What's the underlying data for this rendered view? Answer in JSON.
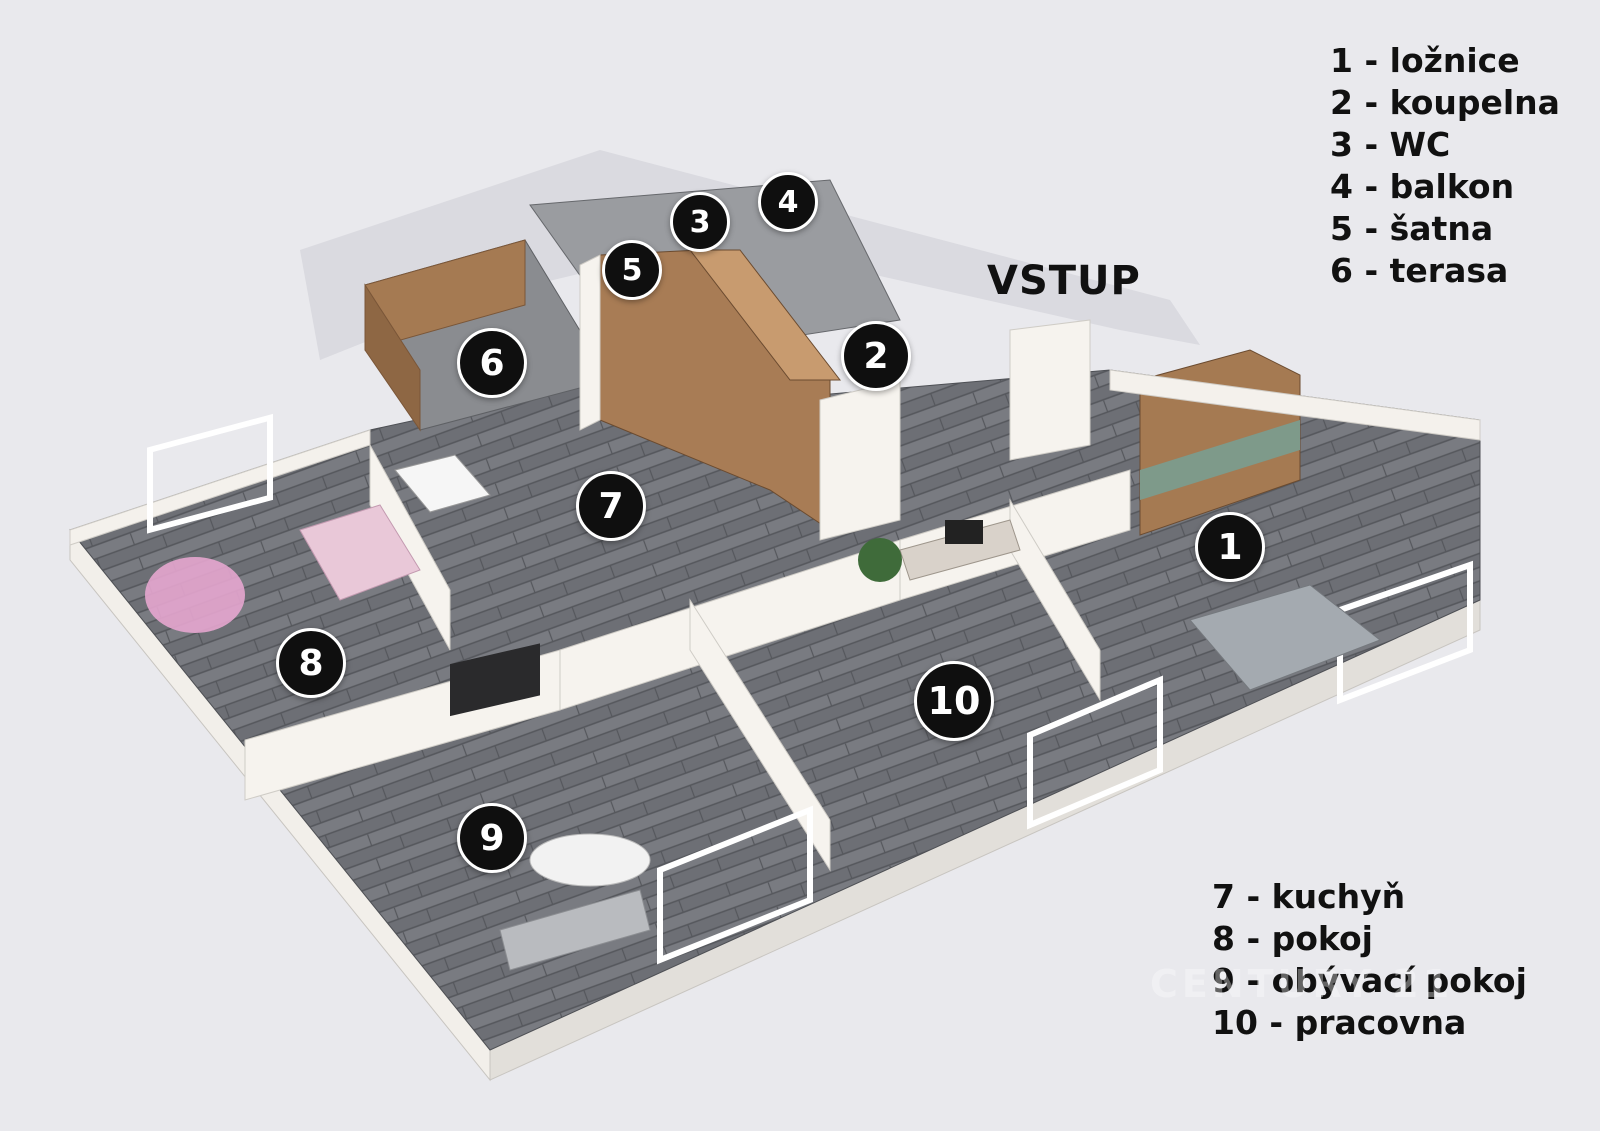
{
  "entrance_label": "VSTUP",
  "watermark": "CENTURY 21",
  "legend_top": [
    "1 - ložnice",
    "2 - koupelna",
    "3 - WC",
    "4 - balkon",
    "5 - šatna",
    "6 - terasa"
  ],
  "legend_bottom": [
    "7 - kuchyň",
    "8 - pokoj",
    "9 - obývací pokoj",
    "10 - pracovna"
  ],
  "markers": [
    "1",
    "2",
    "3",
    "4",
    "5",
    "6",
    "7",
    "8",
    "9",
    "10"
  ],
  "colors": {
    "background": "#e9e9ed",
    "floor": "#6e7076",
    "wall": "#f4f1ec",
    "wood": "#a57a52",
    "marker": "#0f0f0f"
  }
}
